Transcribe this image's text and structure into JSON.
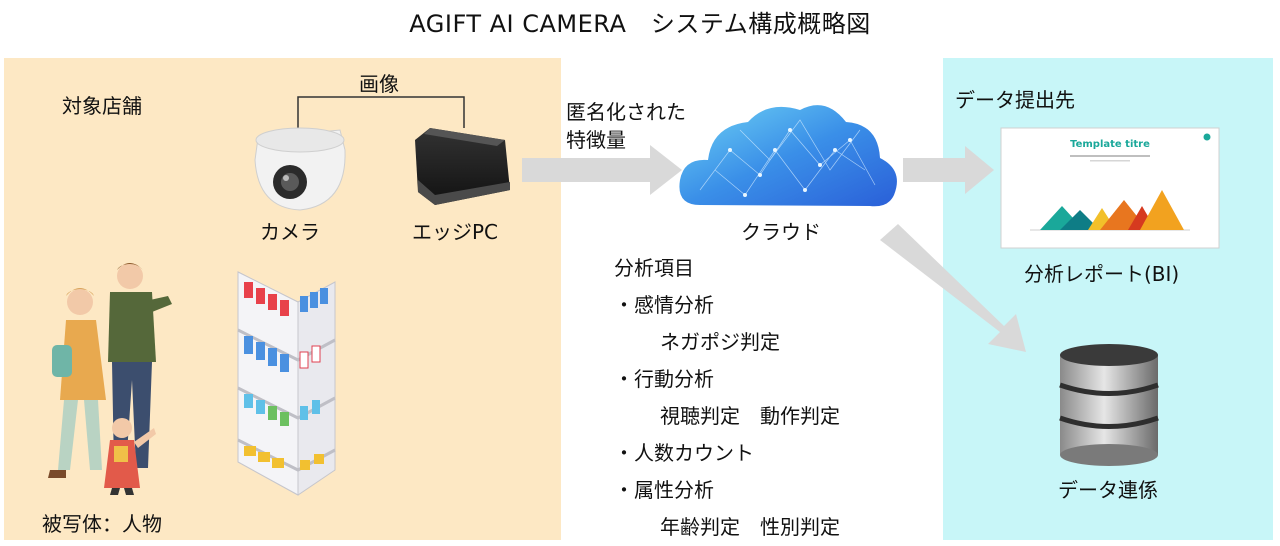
{
  "title": "AGIFT AI CAMERA　システム構成概略図",
  "left_panel": {
    "store_label": "対象店舗",
    "image_label": "画像",
    "camera_label": "カメラ",
    "edge_pc_label": "エッジPC",
    "subject_label": "被写体：人物"
  },
  "flow": {
    "anonymized_label_line1": "匿名化された",
    "anonymized_label_line2": "特徴量",
    "cloud_label": "クラウド"
  },
  "analysis": {
    "heading": "分析項目",
    "items": [
      {
        "text": "・感情分析",
        "indent": false
      },
      {
        "text": "ネガポジ判定",
        "indent": true
      },
      {
        "text": "・行動分析",
        "indent": false
      },
      {
        "text": "視聴判定　動作判定",
        "indent": true
      },
      {
        "text": "・人数カウント",
        "indent": false
      },
      {
        "text": "・属性分析",
        "indent": false
      },
      {
        "text": "年齢判定　性別判定",
        "indent": true
      }
    ]
  },
  "right_panel": {
    "destination_label": "データ提出先",
    "report_title": "Template titre",
    "report_label": "分析レポート(BI)",
    "data_link_label": "データ連係"
  },
  "colors": {
    "left_panel_bg": "#fde8c4",
    "right_panel_bg": "#c8f6f8",
    "arrow": "#d9d9d9",
    "cloud": "#3a8fe8",
    "report_teal": "#1aa89a"
  }
}
